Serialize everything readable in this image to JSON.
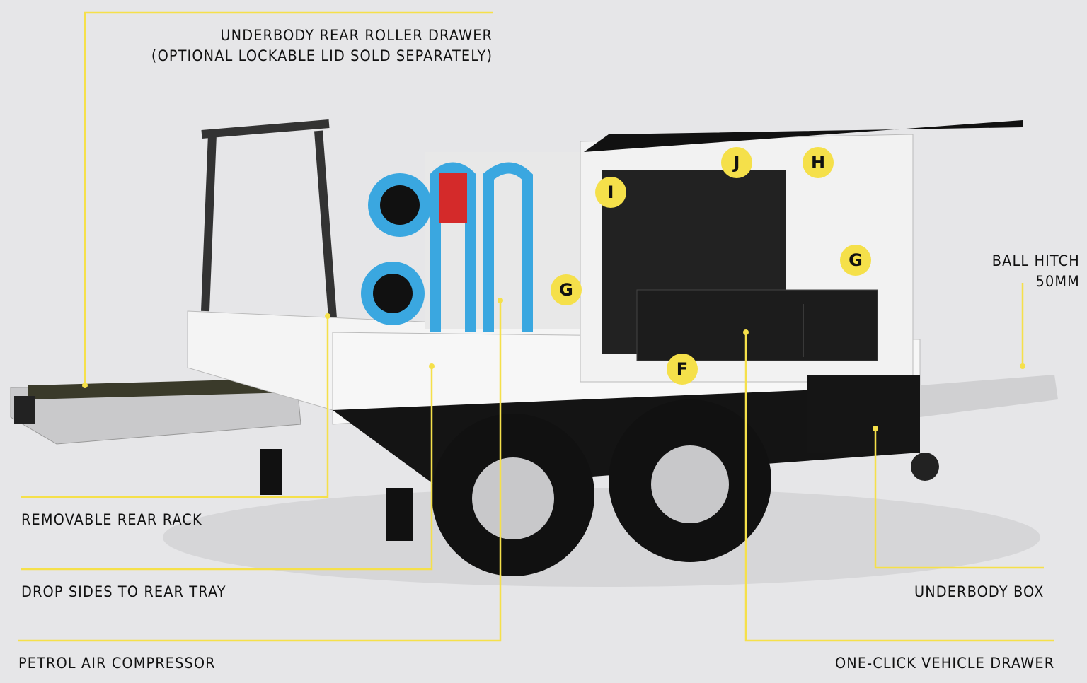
{
  "colors": {
    "background": "#e6e6e8",
    "accent": "#f5e04a",
    "body": "#f4f4f4",
    "chassis": "#111111",
    "compressor": "#3aa7e0"
  },
  "labels": {
    "roller_drawer_line1": "UNDERBODY REAR ROLLER DRAWER",
    "roller_drawer_line2": "(OPTIONAL LOCKABLE LID SOLD SEPARATELY)",
    "rear_rack": "REMOVABLE REAR RACK",
    "drop_sides": "DROP SIDES TO REAR TRAY",
    "compressor": "PETROL AIR COMPRESSOR",
    "ball_hitch_line1": "BALL HITCH",
    "ball_hitch_line2": "50MM",
    "underbody_box": "UNDERBODY BOX",
    "vehicle_drawer": "ONE-CLICK VEHICLE DRAWER"
  },
  "badges": [
    "J",
    "H",
    "I",
    "G",
    "G",
    "F"
  ]
}
